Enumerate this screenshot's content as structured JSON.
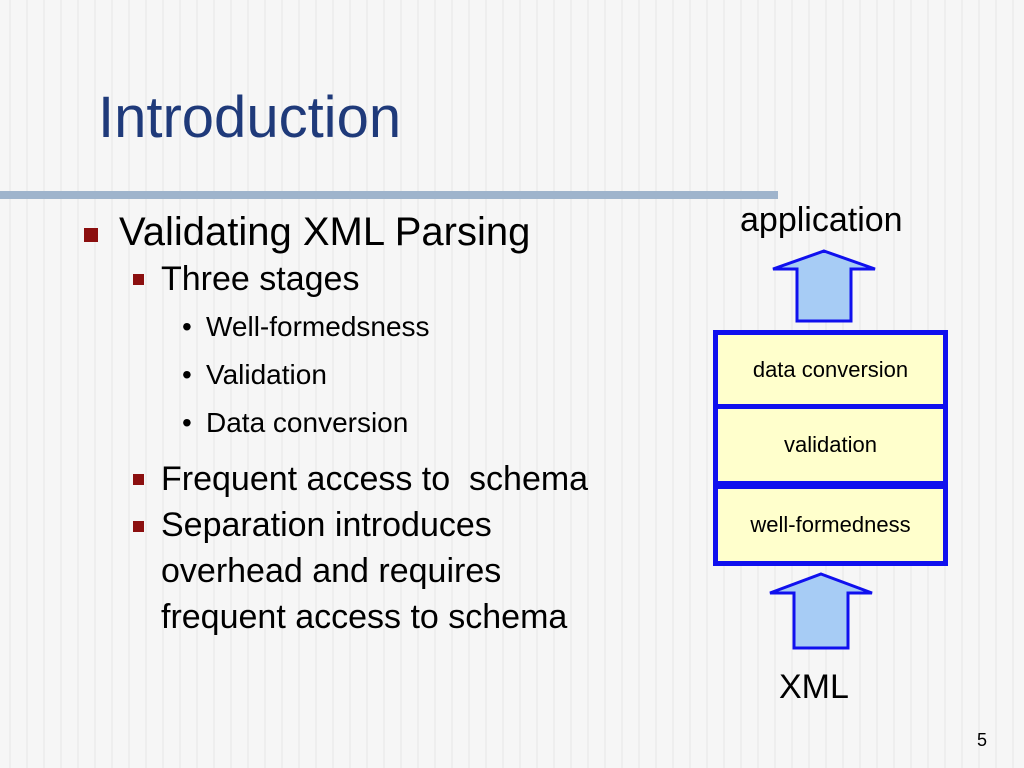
{
  "slide": {
    "title": "Introduction",
    "page_number": "5"
  },
  "bullets": {
    "main": "Validating XML Parsing",
    "three_stages": "Three stages",
    "stages": [
      "Well-formedsness",
      "Validation",
      "Data conversion"
    ],
    "frequent_access": "Frequent access to  schema",
    "separation": [
      "Separation introduces",
      "overhead and requires",
      "frequent access to schema"
    ],
    "bullet_color": "#8b0f0f"
  },
  "diagram": {
    "top_label": "application",
    "bottom_label": "XML",
    "stages": {
      "top": "data conversion",
      "middle": "validation",
      "bottom": "well-formedness"
    },
    "box_fill": "#ffffcc",
    "box_border": "#1010ee",
    "arrow_fill": "#a7ccf5",
    "arrow_stroke": "#1010ee"
  },
  "theme": {
    "title_color": "#1f3a7a",
    "rule_color": "#9fb4cc"
  }
}
